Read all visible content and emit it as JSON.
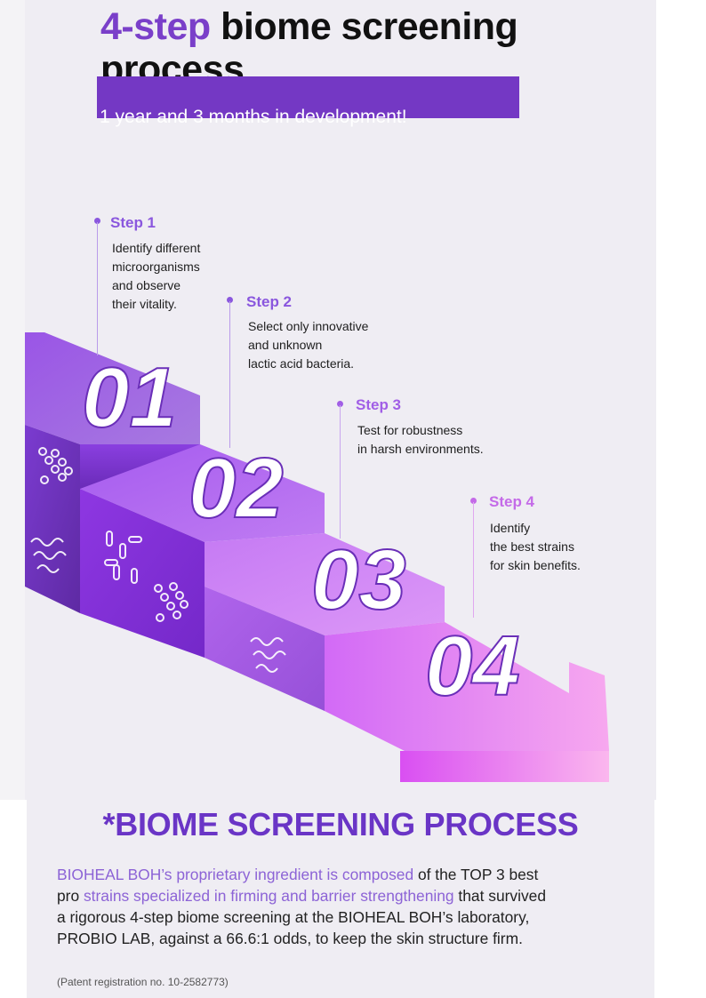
{
  "header": {
    "title_accent": "4-step",
    "title_rest": " biome screening process",
    "subtitle": "1 year and 3 months in development!"
  },
  "colors": {
    "accent": "#7a3fc9",
    "step_label": "#8a57de",
    "heading": "#6a35c6",
    "highlight": "#8c63d6"
  },
  "steps": [
    {
      "number": "01",
      "label": "Step 1",
      "lines": [
        "Identify different",
        "microorganisms",
        "and observe",
        "their vitality."
      ]
    },
    {
      "number": "02",
      "label": "Step 2",
      "lines": [
        "Select only innovative",
        "and unknown",
        "lactic acid bacteria."
      ]
    },
    {
      "number": "03",
      "label": "Step 3",
      "lines": [
        "Test for robustness",
        "in harsh environments."
      ]
    },
    {
      "number": "04",
      "label": "Step 4",
      "lines": [
        "Identify",
        "the best strains",
        "for skin benefits."
      ]
    }
  ],
  "section": {
    "heading": "*BIOME SCREENING PROCESS",
    "body_parts": [
      {
        "text": "BIOHEAL BOH’s proprietary ingredient is composed",
        "highlight": true
      },
      {
        "text": " of the TOP 3 best pro ",
        "highlight": false
      },
      {
        "text": "strains specialized in firming and barrier strengthening",
        "highlight": true
      },
      {
        "text": " that survived a rigorous 4-step biome screening at the BIOHEAL BOH’s laboratory, PROBIO LAB, against a 66.6:1 odds, to keep the skin structure firm.",
        "highlight": false
      }
    ],
    "patent": "(Patent registration no. 10-2582773)"
  }
}
